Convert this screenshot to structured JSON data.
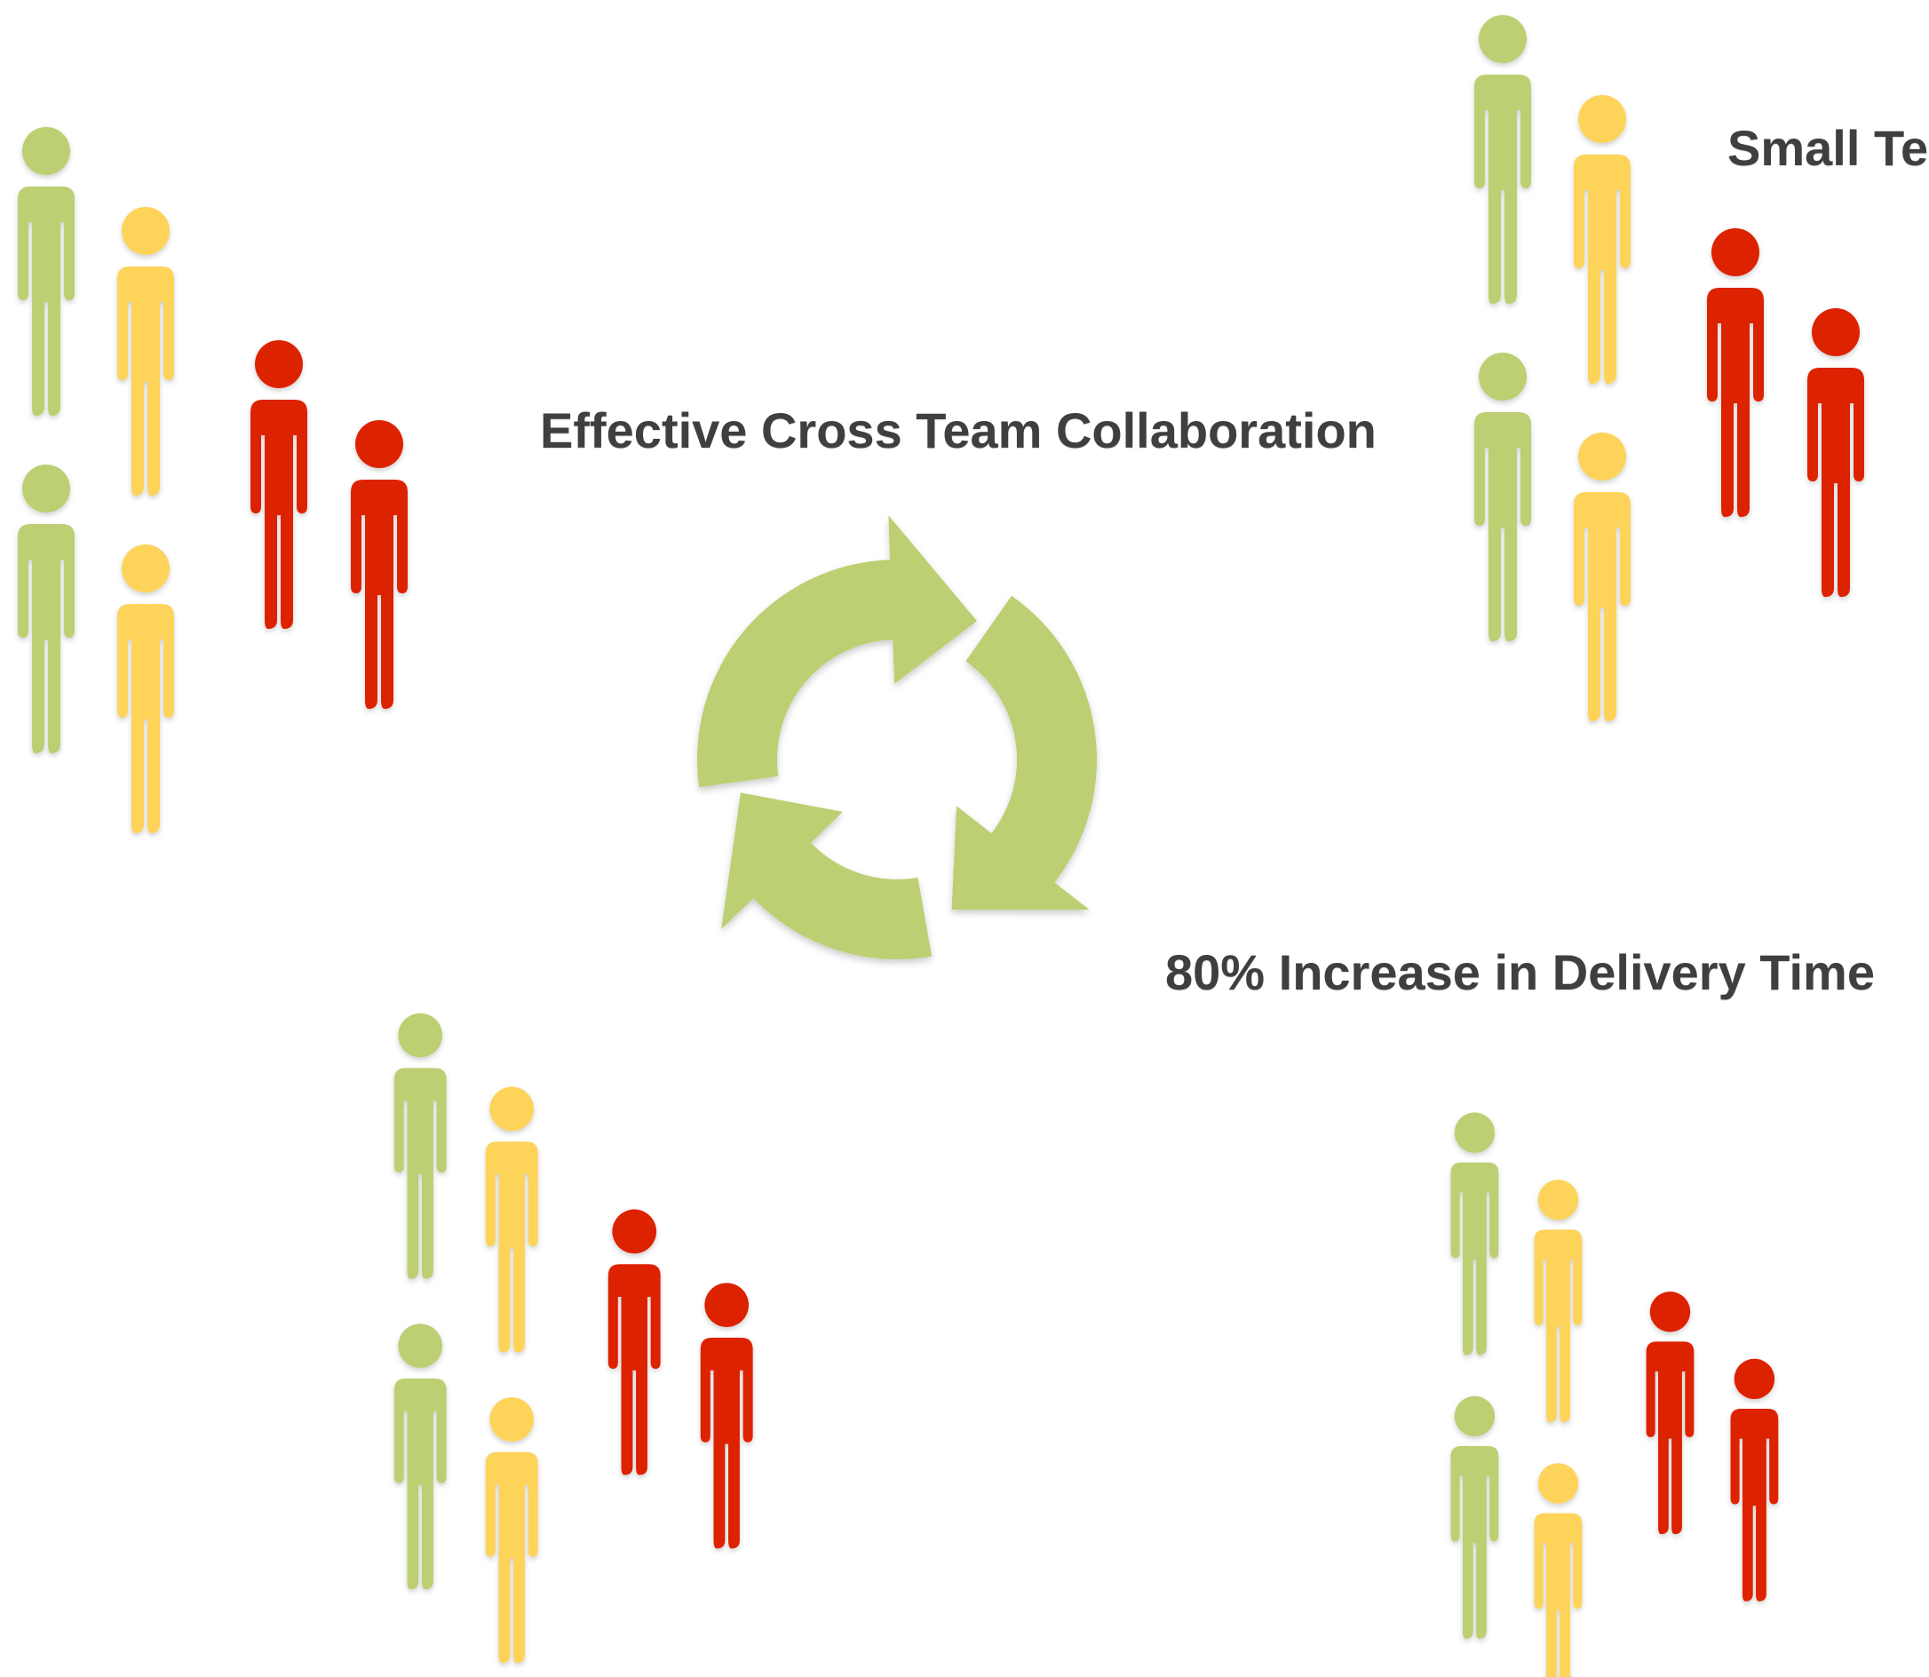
{
  "labels": {
    "collaboration": "Effective Cross Team Collaboration",
    "small_teams": "Small Te",
    "delivery": "80% Increase in Delivery Time"
  },
  "colors": {
    "green": "#bccf72",
    "yellow": "#fdd35a",
    "red": "#dd2000",
    "cycle": "#bccf72",
    "text": "#3f3f3f"
  },
  "groups": [
    {
      "name": "team-group-top-left",
      "people": [
        "green",
        "yellow",
        "red",
        "red",
        "green",
        "yellow"
      ]
    },
    {
      "name": "team-group-top-right",
      "people": [
        "green",
        "yellow",
        "red",
        "red",
        "green",
        "yellow"
      ]
    },
    {
      "name": "team-group-bottom-left",
      "people": [
        "green",
        "yellow",
        "red",
        "red",
        "green",
        "yellow"
      ]
    },
    {
      "name": "team-group-bottom-right",
      "people": [
        "green",
        "yellow",
        "red",
        "red",
        "green",
        "yellow"
      ]
    }
  ],
  "icons": {
    "cycle": "circular-arrows-icon",
    "person": "person-icon"
  }
}
